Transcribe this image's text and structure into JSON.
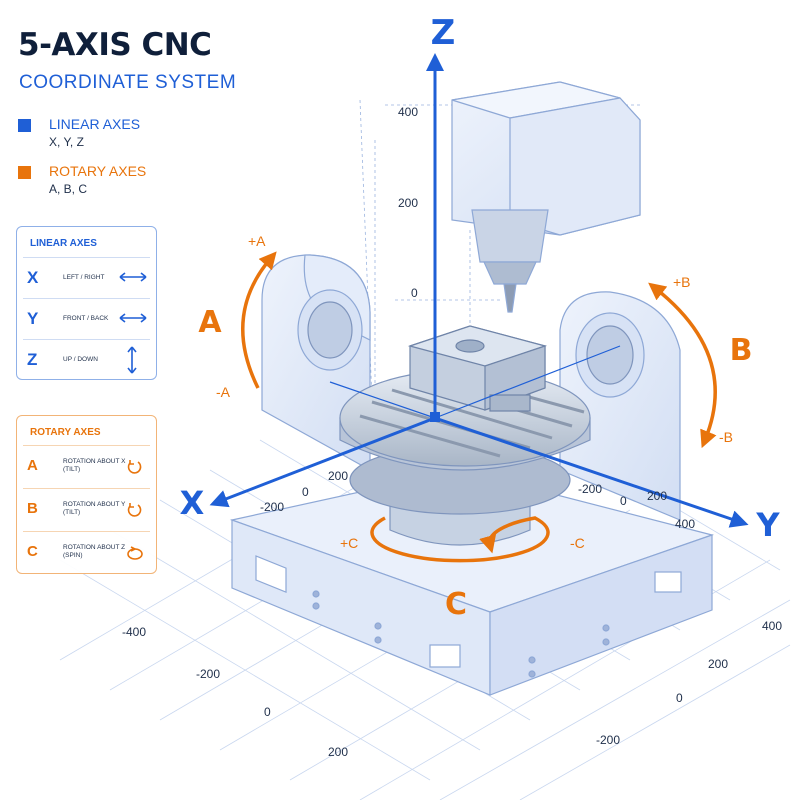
{
  "title": "5-AXIS CNC",
  "subtitle": "COORDINATE SYSTEM",
  "colors": {
    "linear": "#1f5fd6",
    "rotary": "#e8740c",
    "dark_text": "#0f1f3a",
    "blueprint": "#9bb4df"
  },
  "legend": {
    "linear": {
      "title": "LINEAR AXES",
      "subtitle": "X, Y, Z"
    },
    "rotary": {
      "title": "ROTARY AXES",
      "subtitle": "A, B, C"
    }
  },
  "linear_panel": {
    "title": "LINEAR AXES",
    "rows": [
      {
        "axis": "X",
        "description": "LEFT / RIGHT",
        "icon": "horizontal-double-arrow-icon"
      },
      {
        "axis": "Y",
        "description": "FRONT / BACK",
        "icon": "horizontal-double-arrow-icon"
      },
      {
        "axis": "Z",
        "description": "UP / DOWN",
        "icon": "vertical-double-arrow-icon"
      }
    ]
  },
  "rotary_panel": {
    "title": "ROTARY AXES",
    "rows": [
      {
        "axis": "A",
        "description_line1": "ROTATION ABOUT X",
        "description_line2": "(TILT)",
        "icon": "rotation-arrow-icon"
      },
      {
        "axis": "B",
        "description_line1": "ROTATION ABOUT Y",
        "description_line2": "(TILT)",
        "icon": "rotation-arrow-icon"
      },
      {
        "axis": "C",
        "description_line1": "ROTATION ABOUT Z",
        "description_line2": "(SPIN)",
        "icon": "rotation-arrow-icon"
      }
    ]
  },
  "diagram": {
    "axis_labels": {
      "x": "X",
      "y": "Y",
      "z": "Z",
      "a": "A",
      "b": "B",
      "c": "C"
    },
    "direction_labels": {
      "plus_a": "+A",
      "minus_a": "-A",
      "plus_b": "+B",
      "minus_b": "-B",
      "plus_c": "+C",
      "minus_c": "-C"
    },
    "z_ticks": [
      "400",
      "200",
      "0"
    ],
    "x_ticks": [
      "200",
      "0",
      "-200"
    ],
    "y_ticks": [
      "-200",
      "0",
      "200",
      "400"
    ],
    "floor_left_ticks": [
      "-400",
      "-200",
      "0",
      "200"
    ],
    "floor_right_ticks": [
      "400",
      "200",
      "0",
      "-200"
    ]
  }
}
